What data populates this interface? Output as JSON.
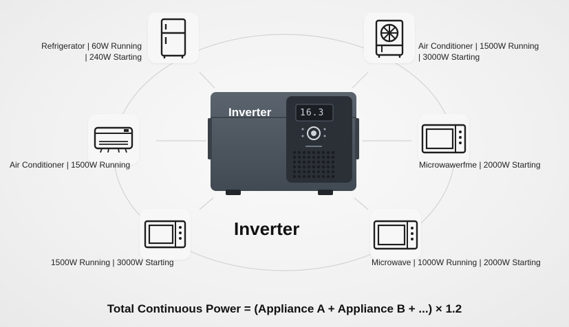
{
  "center": {
    "device_brand": "Inverter",
    "display_reading": "16.3",
    "title": "Inverter"
  },
  "appliances": [
    {
      "id": "top-left",
      "icon": "refrigerator-icon",
      "line1": "Refrigerator | 60W Running",
      "line2": "| 240W Starting"
    },
    {
      "id": "top-right",
      "icon": "air-conditioner-icon",
      "line1": "Air Conditioner | 1500W Running",
      "line2": "| 3000W Starting"
    },
    {
      "id": "mid-left",
      "icon": "wall-ac-icon",
      "line1": "Air Conditioner | 1500W Running"
    },
    {
      "id": "mid-right",
      "icon": "microwave-icon",
      "line1": "Microwawerfme | 2000W Starting"
    },
    {
      "id": "bot-left",
      "icon": "microwave-icon",
      "line1": "1500W Running | 3000W Starting"
    },
    {
      "id": "bot-right",
      "icon": "microwave-icon",
      "line1": "Microwave | 1000W Running | 2000W Starting"
    }
  ],
  "formula": "Total Continuous Power = (Appliance A + Appliance B + ...) × 1.2",
  "colors": {
    "device_body": "#4a535d",
    "device_panel": "#2b3037",
    "connector": "#cfcfcf",
    "icon_stroke": "#1f1f1f"
  }
}
